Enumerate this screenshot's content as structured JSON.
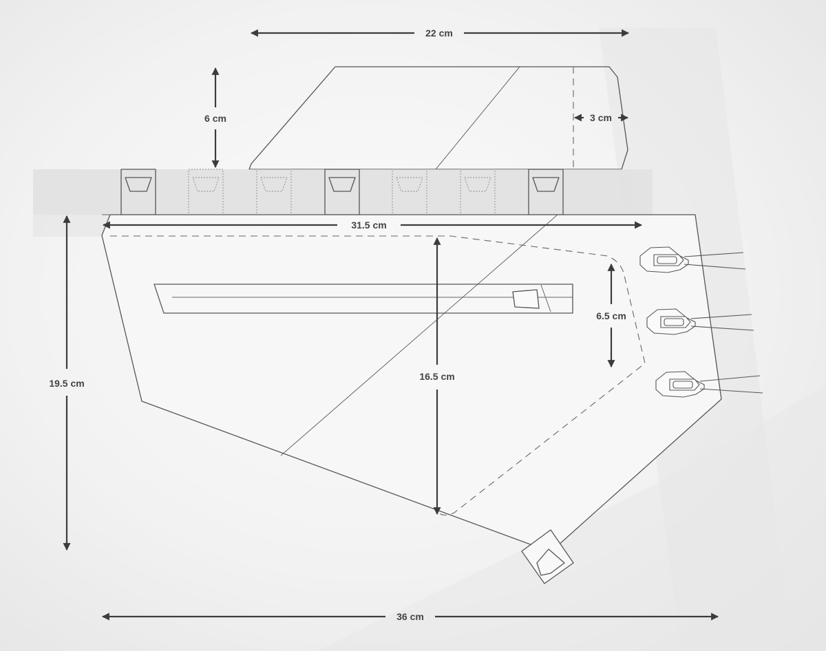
{
  "diagram": {
    "dimensions": {
      "top_length": "22 cm",
      "top_height": "6 cm",
      "top_side": "3 cm",
      "main_top_length": "31.5 cm",
      "overall_height": "19.5 cm",
      "inner_height": "16.5 cm",
      "rear_height": "6.5 cm",
      "bottom_length": "36 cm"
    }
  }
}
